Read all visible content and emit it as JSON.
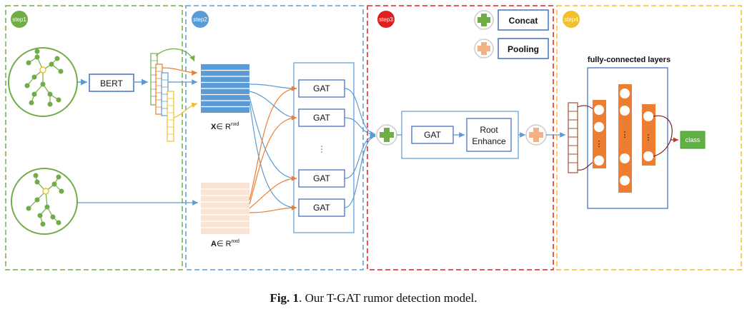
{
  "steps": [
    "step1",
    "step2",
    "step3",
    "step4"
  ],
  "colors": {
    "step1": "#70ad47",
    "step2": "#5b9bd5",
    "step3": "#e02020",
    "step4": "#f2c02a",
    "matrix_x": "#5b9bd5",
    "matrix_a": "#fbe3d3",
    "orange": "#ed7d31",
    "green_node": "#70ad47",
    "class_box": "#5fb143"
  },
  "legend": {
    "concat": "Concat",
    "pooling": "Pooling"
  },
  "step1": {
    "bert": "BERT"
  },
  "step2": {
    "x_matrix": {
      "bold": "X",
      "rest": "∈ R",
      "sup": "nxd"
    },
    "a_matrix": {
      "bold": "A",
      "rest": "∈ R",
      "sup": "nxd"
    },
    "gat_labels": [
      "GAT",
      "GAT",
      "GAT",
      "GAT"
    ],
    "ellipsis": "⋮"
  },
  "step3": {
    "gat": "GAT",
    "root_line1": "Root",
    "root_line2": "Enhance"
  },
  "step4": {
    "title": "fully-connected layers",
    "class_label": "class",
    "ellipsis": "⋮"
  },
  "caption": {
    "fig": "Fig. 1",
    "text": ". Our T-GAT rumor detection model."
  }
}
